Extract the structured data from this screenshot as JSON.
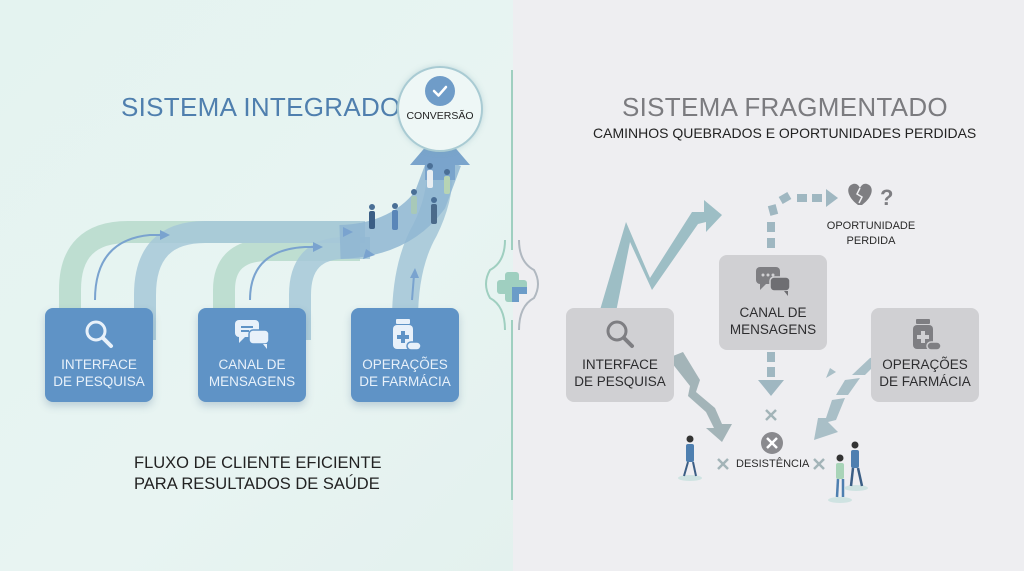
{
  "left_panel": {
    "title": "SISTEMA INTEGRADO",
    "goal_badge": {
      "label": "CONVERSÃO",
      "icon": "check-circle-icon"
    },
    "nodes": [
      {
        "label_line1": "INTERFACE",
        "label_line2": "DE PESQUISA",
        "icon": "search-icon"
      },
      {
        "label_line1": "CANAL DE",
        "label_line2": "MENSAGENS",
        "icon": "chat-bubbles-icon"
      },
      {
        "label_line1": "OPERAÇÕES",
        "label_line2": "DE FARMÁCIA",
        "icon": "pill-bottle-icon"
      }
    ],
    "caption_line1": "FLUXO DE CLIENTE EFICIENTE",
    "caption_line2": "PARA RESULTADOS DE SAÚDE",
    "colors": {
      "accent": "#5f93c6",
      "path_green": "#b7dccb",
      "path_blue": "#9cc2d6",
      "background": "#e6f3f1"
    }
  },
  "divider": {
    "icon": "medical-cross-icon",
    "colors": [
      "#9fcfc0",
      "#6b9cc8"
    ]
  },
  "right_panel": {
    "title": "SISTEMA FRAGMENTADO",
    "subtitle": "CAMINHOS QUEBRADOS E OPORTUNIDADES PERDIDAS",
    "nodes": [
      {
        "label_line1": "INTERFACE",
        "label_line2": "DE PESQUISA",
        "icon": "search-icon"
      },
      {
        "label_line1": "CANAL DE",
        "label_line2": "MENSAGENS",
        "icon": "chat-bubbles-icon"
      },
      {
        "label_line1": "OPERAÇÕES",
        "label_line2": "DE FARMÁCIA",
        "icon": "pill-bottle-icon"
      }
    ],
    "lost_opportunity": {
      "line1": "OPORTUNIDADE",
      "line2": "PERDIDA",
      "icon": "broken-heart-question-icon"
    },
    "dropoff_label": "DESISTÊNCIA",
    "colors": {
      "box": "#d0d0d3",
      "arrow": "#9fb7c1",
      "background": "#eeeef1"
    }
  }
}
